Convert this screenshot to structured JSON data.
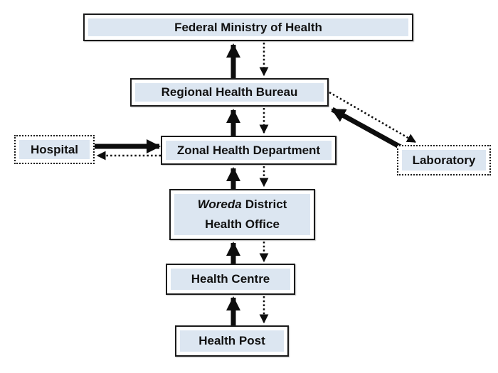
{
  "diagram": {
    "description": "Health system reporting hierarchy flowchart",
    "nodes": {
      "federal": {
        "label": "Federal Ministry of Health"
      },
      "regional": {
        "label": "Regional Health Bureau"
      },
      "hospital": {
        "label": "Hospital"
      },
      "zonal": {
        "label": "Zonal Health Department"
      },
      "laboratory": {
        "label": "Laboratory"
      },
      "woreda": {
        "label_italic": "Woreda",
        "label_rest": "District",
        "label_line2": "Health Office"
      },
      "health_centre": {
        "label": "Health Centre"
      },
      "health_post": {
        "label": "Health Post"
      }
    },
    "edges": [
      {
        "from": "health_post",
        "to": "health_centre",
        "style": "solid-thick"
      },
      {
        "from": "health_centre",
        "to": "health_post",
        "style": "dotted"
      },
      {
        "from": "health_centre",
        "to": "woreda",
        "style": "solid-thick"
      },
      {
        "from": "woreda",
        "to": "health_centre",
        "style": "dotted"
      },
      {
        "from": "woreda",
        "to": "zonal",
        "style": "solid-thick"
      },
      {
        "from": "zonal",
        "to": "woreda",
        "style": "dotted"
      },
      {
        "from": "zonal",
        "to": "regional",
        "style": "solid-thick"
      },
      {
        "from": "regional",
        "to": "zonal",
        "style": "dotted"
      },
      {
        "from": "regional",
        "to": "federal",
        "style": "solid-thick"
      },
      {
        "from": "federal",
        "to": "regional",
        "style": "dotted"
      },
      {
        "from": "hospital",
        "to": "zonal",
        "style": "solid-thick"
      },
      {
        "from": "zonal",
        "to": "hospital",
        "style": "dotted"
      },
      {
        "from": "laboratory",
        "to": "regional",
        "style": "solid-thick"
      },
      {
        "from": "regional",
        "to": "laboratory",
        "style": "dotted"
      }
    ],
    "colors": {
      "band_fill": "#dce6f1",
      "border": "#1a1a1a",
      "arrow": "#0d0d0d",
      "background": "#ffffff"
    }
  }
}
